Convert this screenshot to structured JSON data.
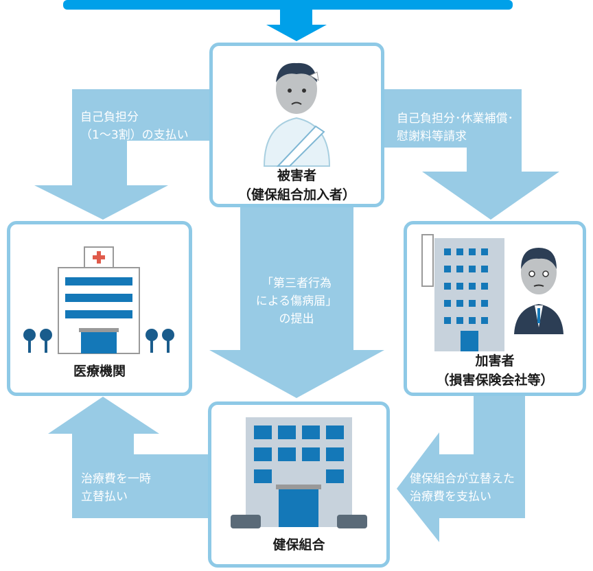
{
  "nodes": {
    "victim": {
      "line1": "被害者",
      "line2": "（健保組合加入者）"
    },
    "hospital": {
      "label": "医療機関"
    },
    "perpetrator": {
      "line1": "加害者",
      "line2": "（損害保険会社等）"
    },
    "insurer": {
      "label": "健保組合"
    }
  },
  "flows": {
    "victim_to_hospital": {
      "line1": "自己負担分",
      "line2": "（1〜3割）の支払い"
    },
    "victim_to_perpetrator": {
      "line1": "自己負担分･休業補償･",
      "line2": "慰謝料等請求"
    },
    "victim_to_insurer": {
      "line1": "「第三者行為",
      "line2": "による傷病届」",
      "line3": "の提出"
    },
    "insurer_to_hospital": {
      "line1": "治療費を一時",
      "line2": "立替払い"
    },
    "perpetrator_to_insurer": {
      "line1": "健保組合が立替えた",
      "line2": "治療費を支払い"
    }
  },
  "colors": {
    "flow": "#98cbe5",
    "border": "#8ec9e6",
    "top_banner": "#00a0e9"
  }
}
